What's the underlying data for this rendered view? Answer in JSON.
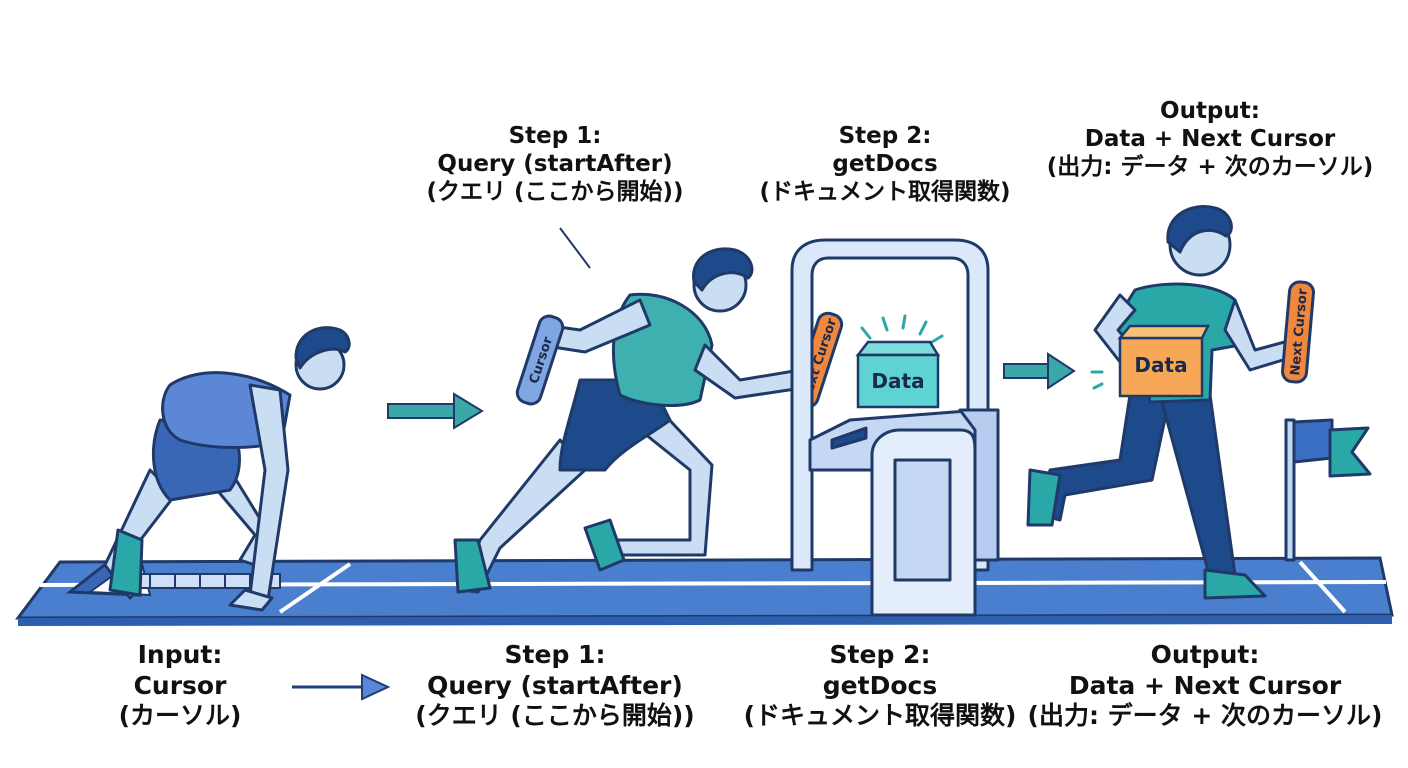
{
  "top_labels": {
    "step1": {
      "line1": "Step 1:",
      "line2": "Query (startAfter)",
      "line3": "(クエリ (ここから開始))"
    },
    "step2": {
      "line1": "Step 2:",
      "line2": "getDocs",
      "line3": "(ドキュメント取得関数)"
    },
    "output": {
      "line1": "Output:",
      "line2": "Data + Next Cursor",
      "line3": "(出力: データ + 次のカーソル)"
    }
  },
  "bottom_labels": {
    "input": {
      "line1": "Input:",
      "line2": "Cursor",
      "line3": "(カーソル)"
    },
    "step1": {
      "line1": "Step 1:",
      "line2": "Query (startAfter)",
      "line3": "(クエリ (ここから開始))"
    },
    "step2": {
      "line1": "Step 2:",
      "line2": "getDocs",
      "line3": "(ドキュメント取得関数)"
    },
    "output": {
      "line1": "Output:",
      "line2": "Data + Next Cursor",
      "line3": "(出力: データ + 次のカーソル)"
    }
  },
  "batons": {
    "cursor": "Cursor",
    "next_cursor_runner": "Next Cursor",
    "next_cursor_output": "Next Cursor"
  },
  "boxes": {
    "data_gate": "Data",
    "data_output": "Data"
  },
  "colors": {
    "track": "#4a7fd0",
    "track_dark": "#2e5faf",
    "outline": "#1f3a68",
    "teal": "#2aa8a8",
    "teal_light": "#4fd1cf",
    "blue_shirt": "#5c86d6",
    "navy": "#1d4a8a",
    "skin": "#c9ddf3",
    "orange": "#f0873c",
    "gate": "#dbe8fa",
    "flag": "#3a6fc4",
    "arrow_teal": "#3ba8a8",
    "arrow_navy": "#1d3f7a"
  }
}
